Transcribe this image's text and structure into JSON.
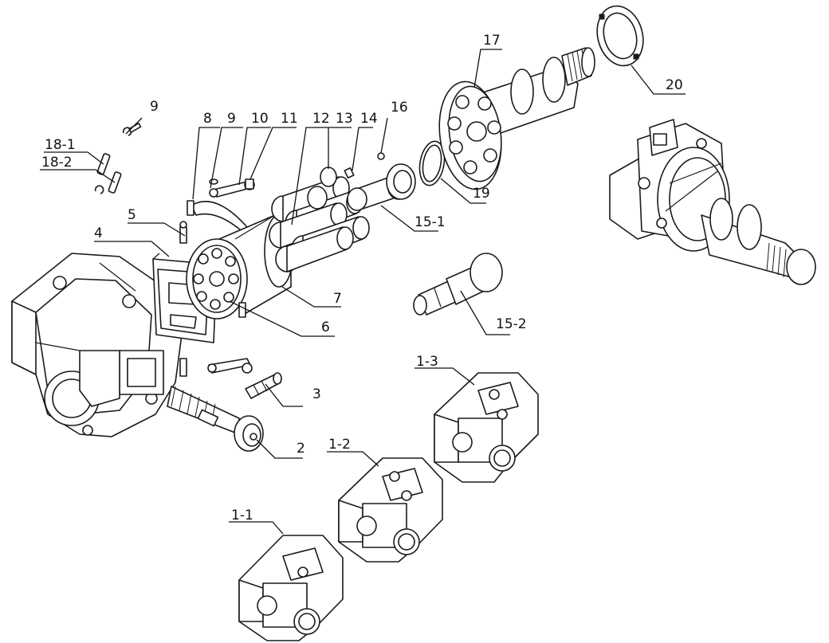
{
  "callouts": {
    "c1_1": "1-1",
    "c1_2": "1-2",
    "c1_3": "1-3",
    "c2": "2",
    "c3": "3",
    "c4": "4",
    "c5": "5",
    "c6": "6",
    "c7": "7",
    "c8": "8",
    "c9a": "9",
    "c9b": "9",
    "c10": "10",
    "c11": "11",
    "c12": "12",
    "c13": "13",
    "c14": "14",
    "c15_1": "15-1",
    "c15_2": "15-2",
    "c16": "16",
    "c17": "17",
    "c18_1": "18-1",
    "c18_2": "18-2",
    "c19": "19",
    "c20": "20"
  },
  "colors": {
    "line": "#1a1a1a",
    "background": "#ffffff"
  }
}
